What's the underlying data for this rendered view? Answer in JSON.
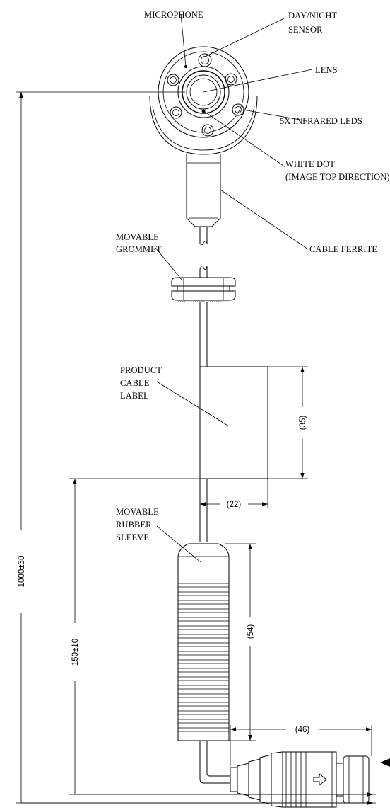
{
  "labels": {
    "microphone": "MICROPHONE",
    "day_night_sensor_1": "DAY/NIGHT",
    "day_night_sensor_2": "SENSOR",
    "lens": "LENS",
    "infrared_leds": "5X INFRARED LEDS",
    "white_dot_1": "WHITE DOT",
    "white_dot_2": "(IMAGE TOP DIRECTION)",
    "cable_ferrite": "CABLE FERRITE",
    "movable_grommet_1": "MOVABLE",
    "movable_grommet_2": "GROMMET",
    "product_cable_label_1": "PRODUCT",
    "product_cable_label_2": "CABLE",
    "product_cable_label_3": "LABEL",
    "movable_rubber_sleeve_1": "MOVABLE",
    "movable_rubber_sleeve_2": "RUBBER",
    "movable_rubber_sleeve_3": "SLEEVE"
  },
  "dimensions": {
    "total_length": "1000±30",
    "connector_to_label": "150±10",
    "label_height": "(35)",
    "label_width": "(22)",
    "sleeve_length": "(54)",
    "connector_length": "(46)"
  }
}
